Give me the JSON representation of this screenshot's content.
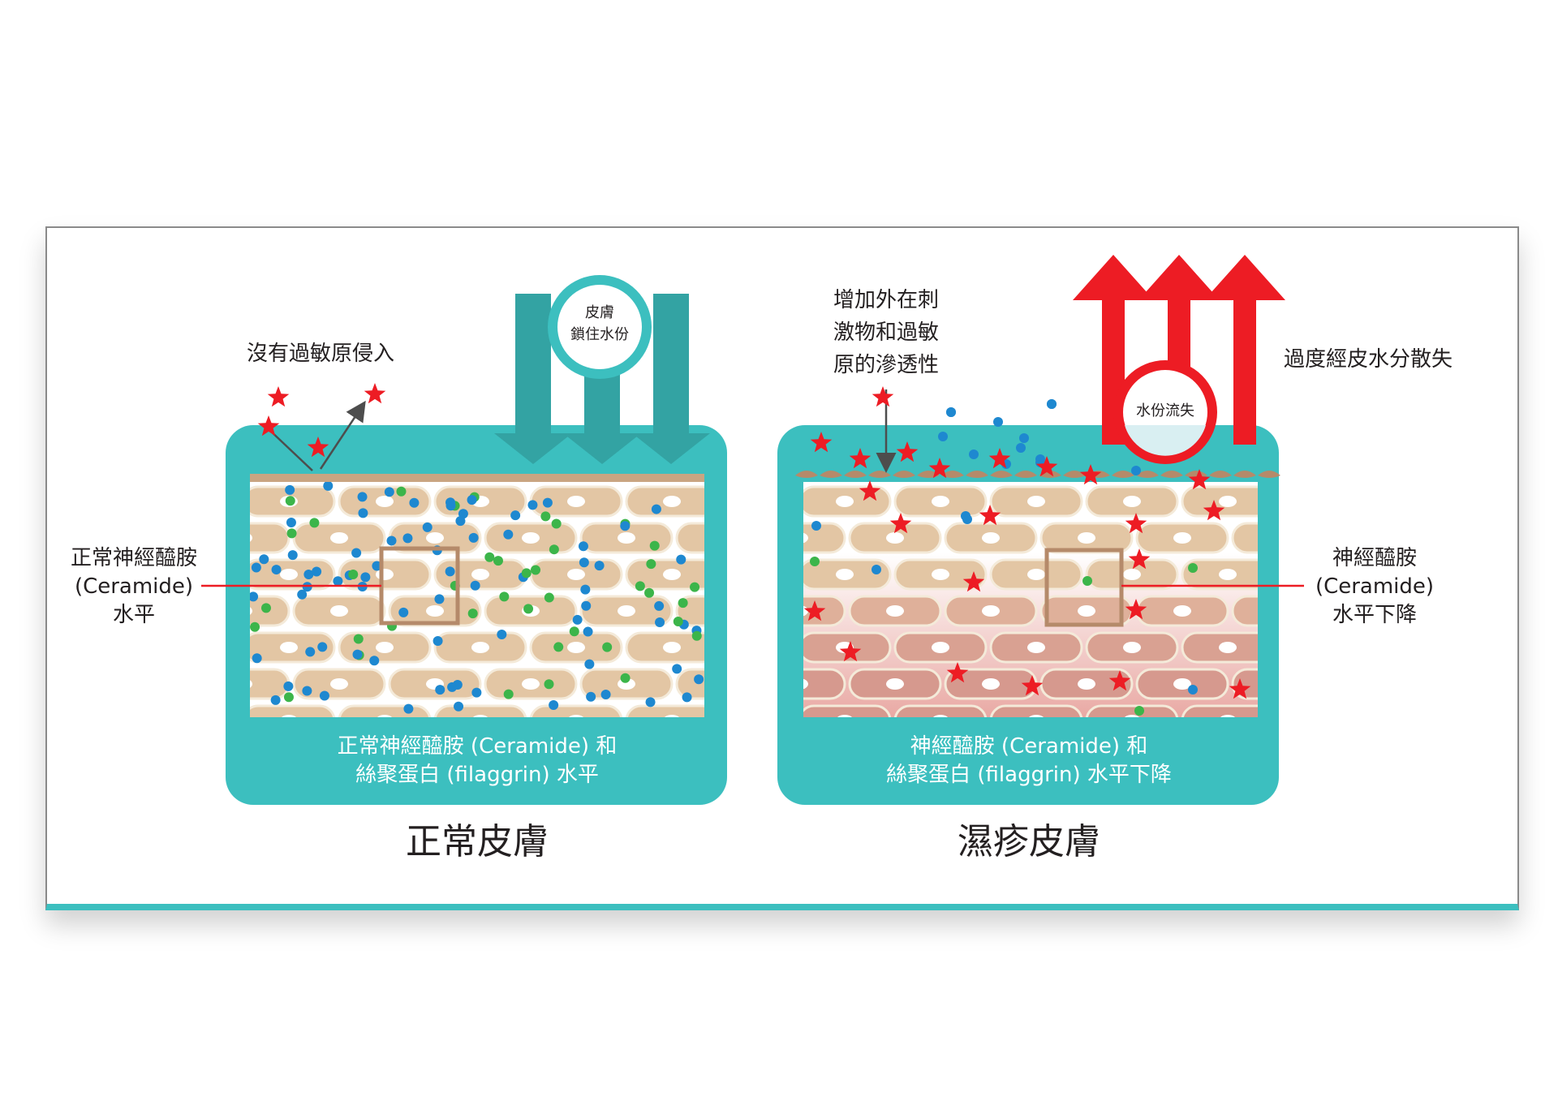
{
  "left_panel": {
    "allergen_label": "沒有過敏原侵入",
    "badge_line1": "皮膚",
    "badge_line2": "鎖住水份",
    "ceramide_line1": "正常神經醯胺",
    "ceramide_line2": "(Ceramide)",
    "ceramide_line3": "水平",
    "caption_line1": "正常神經醯胺 (Ceramide) 和",
    "caption_line2": "絲聚蛋白 (filaggrin) 水平",
    "title": "正常皮膚"
  },
  "right_panel": {
    "irritant_line1": "增加外在刺",
    "irritant_line2": "激物和過敏",
    "irritant_line3": "原的滲透性",
    "water_loss_label": "過度經皮水分散失",
    "badge_label": "水份流失",
    "ceramide_line1": "神經醯胺",
    "ceramide_line2": "(Ceramide)",
    "ceramide_line3": "水平下降",
    "caption_line1": "神經醯胺 (Ceramide) 和",
    "caption_line2": "絲聚蛋白 (filaggrin) 水平下降",
    "title": "濕疹皮膚"
  },
  "colors": {
    "teal": "#3cbfbf",
    "dark_teal": "#33a3a3",
    "cell": "#e3c6a4",
    "cell_edge": "#f4ead9",
    "red": "#ed1c24",
    "blue": "#1e88d0",
    "green": "#3cb54a",
    "brown": "#b58a6a"
  }
}
